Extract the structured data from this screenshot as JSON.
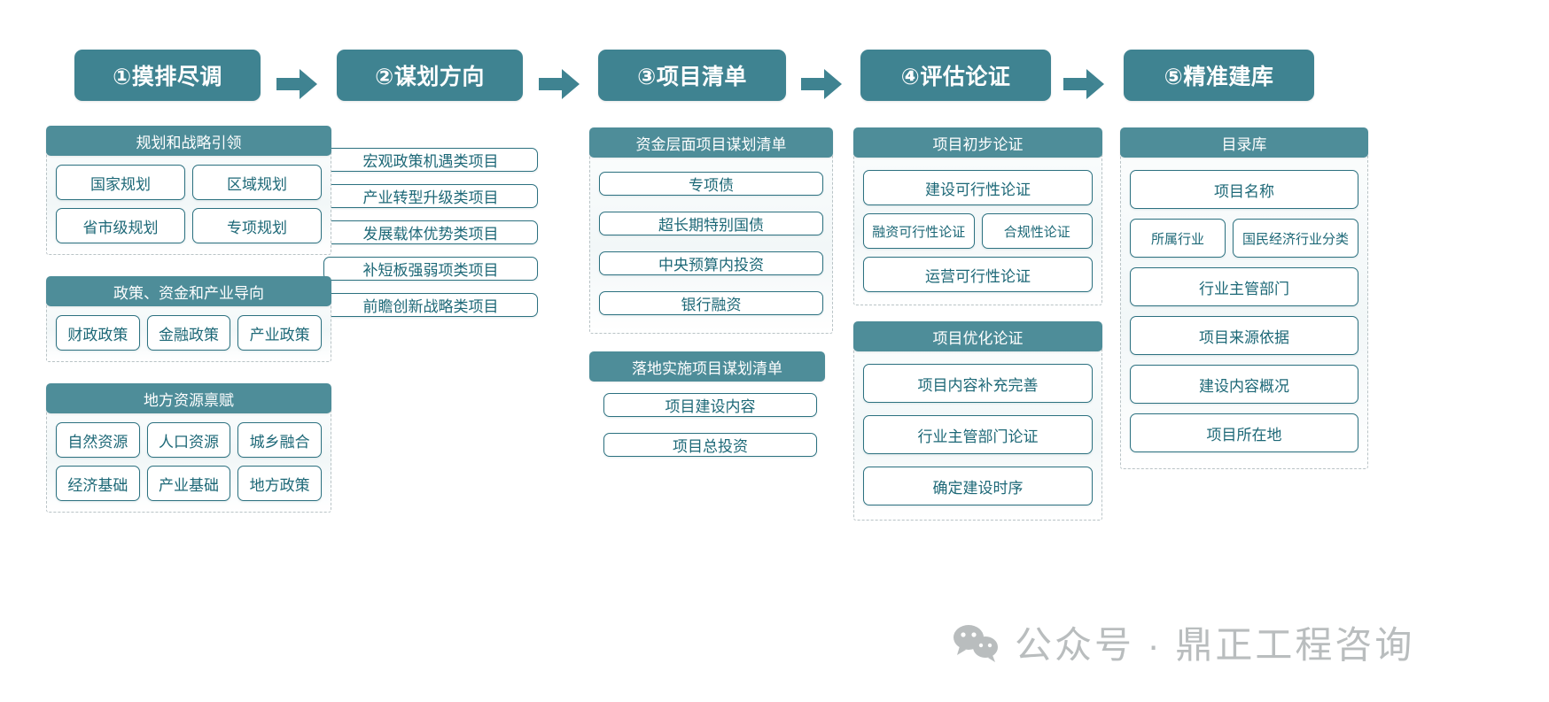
{
  "stages": [
    {
      "label": "①摸排尽调"
    },
    {
      "label": "②谋划方向"
    },
    {
      "label": "③项目清单"
    },
    {
      "label": "④评估论证"
    },
    {
      "label": "⑤精准建库"
    }
  ],
  "arrow_icon": "right-arrow-icon",
  "columns": [
    {
      "name": "column-1",
      "groups": [
        {
          "title": "规划和战略引领",
          "framed": true,
          "rows": [
            [
              "国家规划",
              "区域规划"
            ],
            [
              "省市级规划",
              "专项规划"
            ]
          ]
        },
        {
          "title": "政策、资金和产业导向",
          "framed": true,
          "rows": [
            [
              "财政政策",
              "金融政策",
              "产业政策"
            ]
          ]
        },
        {
          "title": "地方资源禀赋",
          "framed": true,
          "rows": [
            [
              "自然资源",
              "人口资源",
              "城乡融合"
            ],
            [
              "经济基础",
              "产业基础",
              "地方政策"
            ]
          ]
        }
      ]
    },
    {
      "name": "column-2",
      "groups": [
        {
          "title": "",
          "framed": false,
          "rows": [
            [
              "宏观政策机遇类项目"
            ],
            [
              "产业转型升级类项目"
            ],
            [
              "发展载体优势类项目"
            ],
            [
              "补短板强弱项类项目"
            ],
            [
              "前瞻创新战略类项目"
            ]
          ]
        }
      ]
    },
    {
      "name": "column-3",
      "groups": [
        {
          "title": "资金层面项目谋划清单",
          "framed": true,
          "rows": [
            [
              "专项债"
            ],
            [
              "超长期特别国债"
            ],
            [
              "中央预算内投资"
            ],
            [
              "银行融资"
            ]
          ]
        },
        {
          "title": "落地实施项目谋划清单",
          "framed": false,
          "rows": [
            [
              "项目建设内容"
            ],
            [
              "项目总投资"
            ]
          ]
        }
      ]
    },
    {
      "name": "column-4",
      "groups": [
        {
          "title": "项目初步论证",
          "framed": true,
          "rows": [
            [
              "建设可行性论证"
            ],
            [
              "融资可行性论证",
              "合规性论证"
            ],
            [
              "运营可行性论证"
            ]
          ]
        },
        {
          "title": "项目优化论证",
          "framed": true,
          "rows": [
            [
              "项目内容补充完善"
            ],
            [
              "行业主管部门论证"
            ],
            [
              "确定建设时序"
            ]
          ]
        }
      ]
    },
    {
      "name": "column-5",
      "groups": [
        {
          "title": "目录库",
          "framed": true,
          "rows": [
            [
              "项目名称"
            ],
            [
              "所属行业",
              "国民经济行业分类"
            ],
            [
              "行业主管部门"
            ],
            [
              "项目来源依据"
            ],
            [
              "建设内容概况"
            ],
            [
              "项目所在地"
            ]
          ]
        }
      ]
    }
  ],
  "watermark": {
    "icon": "wechat-icon",
    "text": "公众号 · 鼎正工程咨询"
  },
  "colors": {
    "stage_header": "#3f8391",
    "group_header": "#4e8d99",
    "box_border": "#2c7180",
    "box_text": "#1d6877",
    "dashed_border": "#b9c3c6",
    "watermark": "#b9bdbe"
  }
}
